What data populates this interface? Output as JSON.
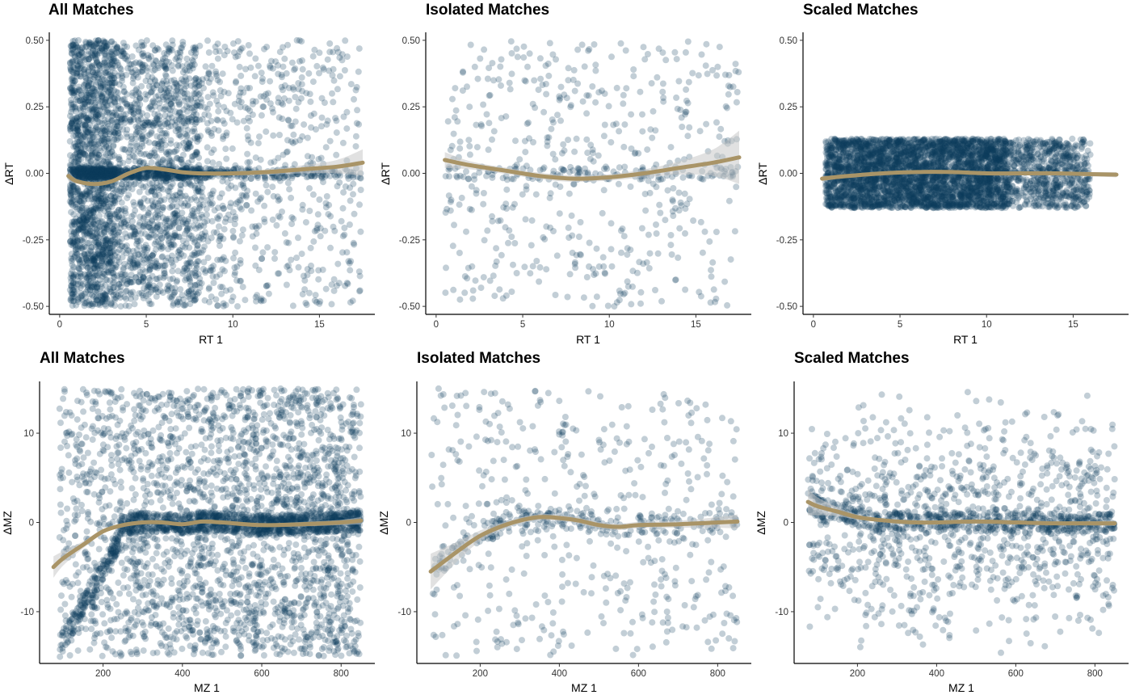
{
  "colors": {
    "point": "#0d3b5c",
    "smooth": "#a99467",
    "band": "#c8c8c8",
    "axis": "#000000"
  },
  "chart_data": [
    {
      "id": "p1",
      "type": "scatter",
      "title": "All Matches",
      "xlabel": "RT 1",
      "ylabel": "ΔRT",
      "xlim": [
        -0.6,
        18.2
      ],
      "ylim": [
        -0.53,
        0.53
      ],
      "xticks": [
        0,
        5,
        10,
        15
      ],
      "xtick_labels": [
        "0",
        "5",
        "10",
        "15"
      ],
      "yticks": [
        -0.5,
        -0.25,
        0,
        0.25,
        0.5
      ],
      "ytick_labels": [
        "-0.50",
        "-0.25",
        "0.00",
        "0.25",
        "0.50"
      ],
      "n_points": 4200,
      "point_x_range": [
        0.4,
        17.5
      ],
      "point_y_range": [
        -0.5,
        0.5
      ],
      "smooth": {
        "x": [
          0.5,
          1,
          2,
          3,
          4,
          5,
          6,
          7,
          8,
          10,
          12,
          14,
          16,
          17.5
        ],
        "y": [
          -0.01,
          -0.03,
          -0.04,
          -0.03,
          0.0,
          0.02,
          0.015,
          0.005,
          0.0,
          0.0,
          0.005,
          0.015,
          0.025,
          0.04
        ]
      },
      "band_halfwidth": [
        0.02,
        0.008,
        0.005,
        0.005,
        0.005,
        0.005,
        0.005,
        0.005,
        0.006,
        0.007,
        0.01,
        0.015,
        0.025,
        0.05
      ]
    },
    {
      "id": "p2",
      "type": "scatter",
      "title": "Isolated Matches",
      "xlabel": "RT 1",
      "ylabel": "ΔRT",
      "xlim": [
        -0.6,
        18.2
      ],
      "ylim": [
        -0.53,
        0.53
      ],
      "xticks": [
        0,
        5,
        10,
        15
      ],
      "xtick_labels": [
        "0",
        "5",
        "10",
        "15"
      ],
      "yticks": [
        -0.5,
        -0.25,
        0,
        0.25,
        0.5
      ],
      "ytick_labels": [
        "-0.50",
        "-0.25",
        "0.00",
        "0.25",
        "0.50"
      ],
      "n_points": 620,
      "point_x_range": [
        0.5,
        17.5
      ],
      "point_y_range": [
        -0.5,
        0.5
      ],
      "smooth": {
        "x": [
          0.5,
          2,
          4,
          6,
          8,
          10,
          12,
          14,
          16,
          17.5
        ],
        "y": [
          0.05,
          0.03,
          0.01,
          -0.01,
          -0.02,
          -0.015,
          0.0,
          0.02,
          0.04,
          0.06
        ]
      },
      "band_halfwidth": [
        0.03,
        0.015,
        0.012,
        0.012,
        0.012,
        0.012,
        0.015,
        0.025,
        0.05,
        0.1
      ]
    },
    {
      "id": "p3",
      "type": "scatter",
      "title": "Scaled Matches",
      "xlabel": "RT 1",
      "ylabel": "ΔRT",
      "xlim": [
        -0.6,
        18.2
      ],
      "ylim": [
        -0.53,
        0.53
      ],
      "xticks": [
        0,
        5,
        10,
        15
      ],
      "xtick_labels": [
        "0",
        "5",
        "10",
        "15"
      ],
      "yticks": [
        -0.5,
        -0.25,
        0,
        0.25,
        0.5
      ],
      "ytick_labels": [
        "-0.50",
        "-0.25",
        "0.00",
        "0.25",
        "0.50"
      ],
      "n_points": 4200,
      "point_x_range": [
        0.5,
        16
      ],
      "point_y_range": [
        -0.13,
        0.13
      ],
      "smooth": {
        "x": [
          0.5,
          2,
          4,
          6,
          8,
          10,
          12,
          14,
          16,
          17.5
        ],
        "y": [
          -0.02,
          -0.01,
          0.0,
          0.005,
          0.005,
          0.0,
          0.0,
          0.0,
          -0.003,
          -0.005
        ]
      },
      "band_halfwidth": [
        0.01,
        0.005,
        0.004,
        0.004,
        0.004,
        0.004,
        0.004,
        0.005,
        0.008,
        0.01
      ]
    },
    {
      "id": "p4",
      "type": "scatter",
      "title": "All Matches",
      "xlabel": "MZ 1",
      "ylabel": "ΔMZ",
      "xlim": [
        40,
        885
      ],
      "ylim": [
        -15.8,
        15.8
      ],
      "xticks": [
        200,
        400,
        600,
        800
      ],
      "xtick_labels": [
        "200",
        "400",
        "600",
        "800"
      ],
      "yticks": [
        -10,
        0,
        10
      ],
      "ytick_labels": [
        "-10",
        "0",
        "10"
      ],
      "n_points": 3600,
      "point_x_range": [
        75,
        850
      ],
      "point_y_range": [
        -15,
        15
      ],
      "smooth": {
        "x": [
          75,
          100,
          150,
          200,
          250,
          300,
          350,
          400,
          450,
          500,
          600,
          700,
          800,
          850
        ],
        "y": [
          -5,
          -4,
          -2.5,
          -1,
          -0.3,
          0,
          0,
          -0.2,
          0.1,
          0,
          -0.3,
          -0.2,
          0,
          0.2
        ]
      },
      "band_halfwidth": [
        1.2,
        0.8,
        0.4,
        0.25,
        0.2,
        0.2,
        0.2,
        0.2,
        0.2,
        0.2,
        0.2,
        0.25,
        0.3,
        0.4
      ]
    },
    {
      "id": "p5",
      "type": "scatter",
      "title": "Isolated Matches",
      "xlabel": "MZ 1",
      "ylabel": "ΔMZ",
      "xlim": [
        40,
        885
      ],
      "ylim": [
        -15.8,
        15.8
      ],
      "xticks": [
        200,
        400,
        600,
        800
      ],
      "xtick_labels": [
        "200",
        "400",
        "600",
        "800"
      ],
      "yticks": [
        -10,
        0,
        10
      ],
      "ytick_labels": [
        "-10",
        "0",
        "10"
      ],
      "n_points": 700,
      "point_x_range": [
        75,
        850
      ],
      "point_y_range": [
        -15,
        15
      ],
      "smooth": {
        "x": [
          75,
          150,
          200,
          250,
          300,
          350,
          400,
          450,
          500,
          550,
          600,
          700,
          800,
          850
        ],
        "y": [
          -5.5,
          -3,
          -1.5,
          -0.5,
          0.2,
          0.6,
          0.5,
          0.2,
          -0.3,
          -0.5,
          -0.3,
          -0.2,
          0,
          0.1
        ]
      },
      "band_halfwidth": [
        2.0,
        1.0,
        0.6,
        0.4,
        0.35,
        0.35,
        0.35,
        0.35,
        0.35,
        0.35,
        0.35,
        0.4,
        0.6,
        0.8
      ]
    },
    {
      "id": "p6",
      "type": "scatter",
      "title": "Scaled Matches",
      "xlabel": "MZ 1",
      "ylabel": "ΔMZ",
      "xlim": [
        40,
        885
      ],
      "ylim": [
        -15.8,
        15.8
      ],
      "xticks": [
        200,
        400,
        600,
        800
      ],
      "xtick_labels": [
        "200",
        "400",
        "600",
        "800"
      ],
      "yticks": [
        -10,
        0,
        10
      ],
      "ytick_labels": [
        "-10",
        "0",
        "10"
      ],
      "n_points": 1500,
      "point_x_range": [
        75,
        850
      ],
      "point_y_range": [
        -15,
        15
      ],
      "smooth": {
        "x": [
          75,
          100,
          150,
          200,
          250,
          300,
          350,
          400,
          500,
          600,
          700,
          800,
          850
        ],
        "y": [
          2.3,
          1.8,
          1.2,
          0.6,
          0.3,
          0.1,
          0.0,
          0.0,
          0.1,
          0.0,
          -0.1,
          -0.1,
          -0.1
        ]
      },
      "band_halfwidth": [
        1.5,
        1.0,
        0.5,
        0.3,
        0.2,
        0.2,
        0.2,
        0.2,
        0.2,
        0.2,
        0.2,
        0.25,
        0.3
      ]
    }
  ]
}
